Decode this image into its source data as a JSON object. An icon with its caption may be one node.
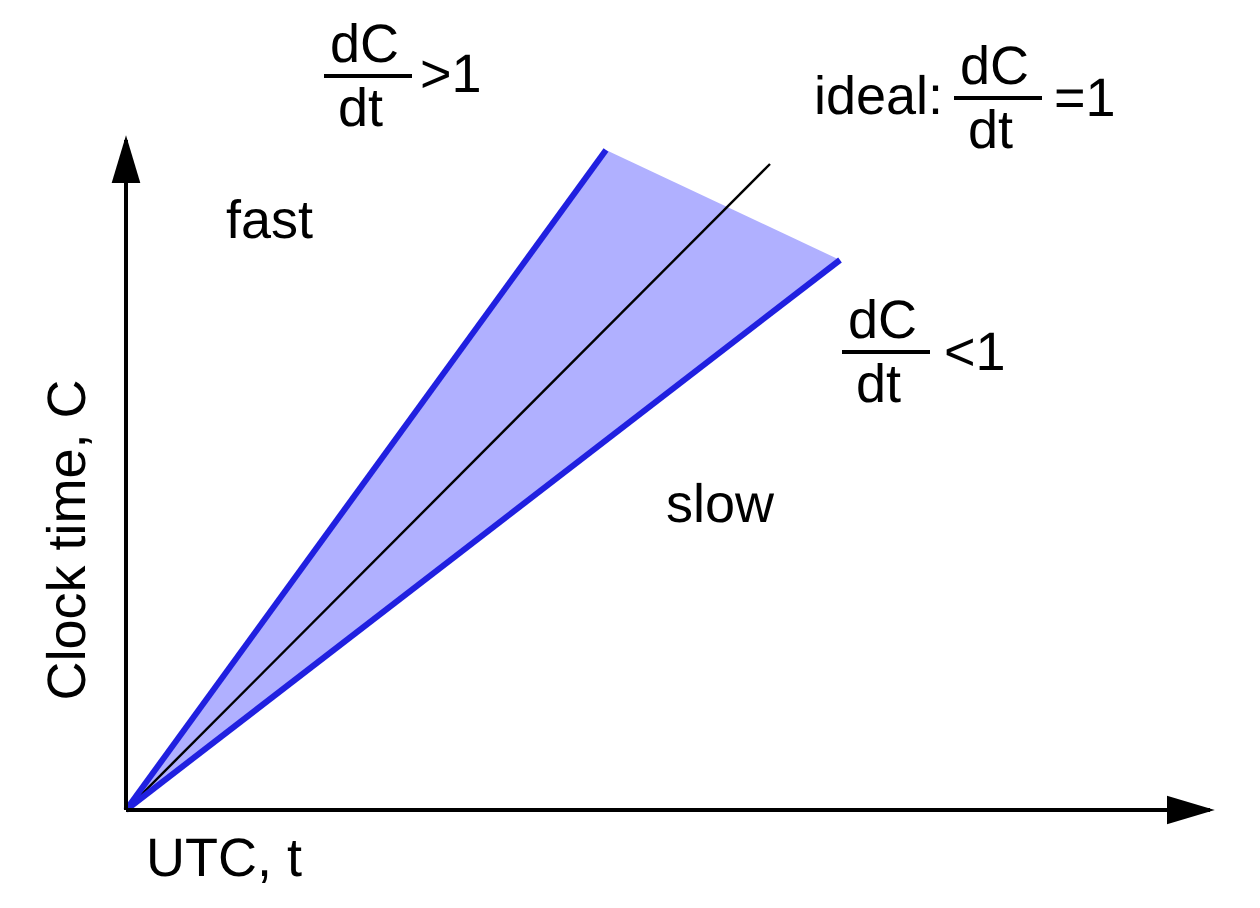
{
  "diagram": {
    "labels": [
      "dC",
      "dt",
      ">1",
      "ideal:",
      "dC",
      "dt",
      "=1",
      "fast",
      "dC",
      "dt",
      "<1",
      "slow",
      "Clock time, C",
      "UTC, t"
    ]
  }
}
